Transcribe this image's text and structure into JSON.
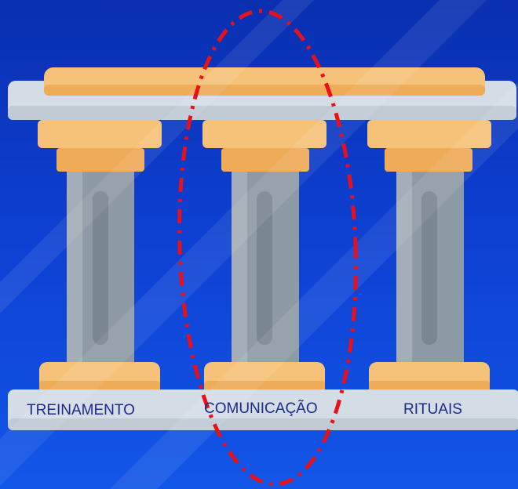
{
  "pillars": [
    {
      "label": "TREINAMENTO"
    },
    {
      "label": "COMUNICAÇÃO"
    },
    {
      "label": "RITUAIS"
    }
  ],
  "highlight": {
    "pillar": "COMUNICAÇÃO",
    "style": "dash-dot ellipse",
    "color": "#e8101a"
  },
  "colors": {
    "background_top": "#0a2fb0",
    "background_bottom": "#1256e8",
    "beam": "#d4dde6",
    "capital": "#f6c27a",
    "capital_dark": "#eeab58",
    "shaft": "#8e9aa6",
    "shaft_groove": "#7a8692",
    "label": "#1a2a8c"
  }
}
